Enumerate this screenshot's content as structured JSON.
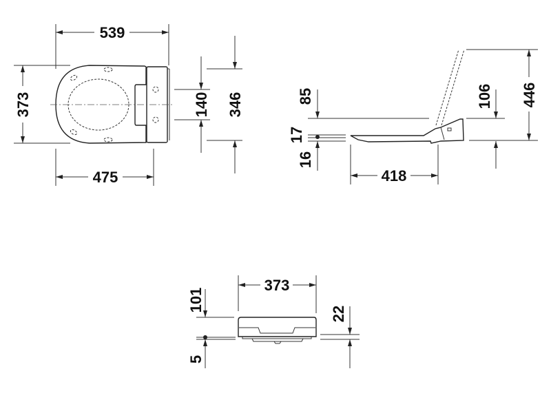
{
  "drawing": {
    "top_view": {
      "overall_length": "539",
      "seat_width": "373",
      "seat_length": "475",
      "hinge_spacing": "140",
      "hinge_width": "346"
    },
    "side_view": {
      "seat_top_height": "85",
      "seat_thickness_top": "17",
      "seat_thickness_bottom": "16",
      "hinge_offset": "418",
      "hinge_height": "106",
      "open_height": "446"
    },
    "front_view": {
      "width": "373",
      "height_top": "101",
      "gap": "5",
      "rim_height": "22"
    }
  }
}
